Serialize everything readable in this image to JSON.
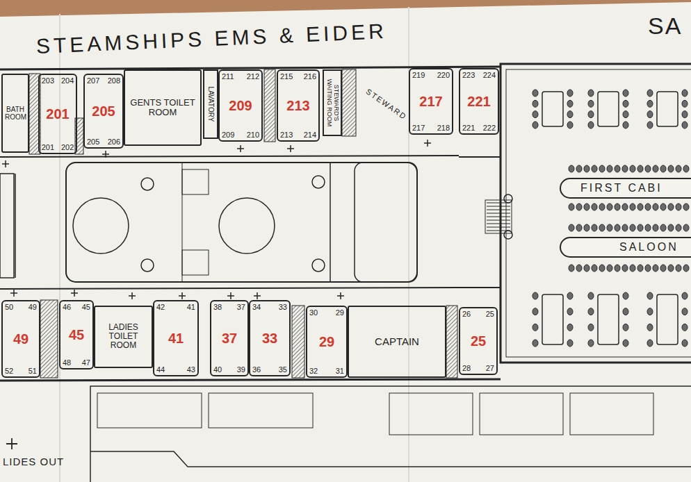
{
  "diagram": {
    "title": "STEAMSHIPS EMS & EIDER",
    "nodes": [
      {
        "text": [
          "BATH ROOM"
        ]
      },
      {
        "text": [
          "203",
          "204",
          "201",
          "201",
          "202"
        ]
      },
      {
        "text": [
          "207",
          "208",
          "205",
          "205",
          "206"
        ]
      },
      {
        "text": [
          "GENTS TOILET ROOM"
        ]
      },
      {
        "text": [
          "LAVATORY"
        ]
      },
      {
        "text": [
          "211",
          "212",
          "209",
          "209",
          "210"
        ]
      },
      {
        "text": [
          "215",
          "216",
          "213",
          "213",
          "214"
        ]
      },
      {
        "text": [
          "STEWARD'S WAITING ROOM"
        ]
      },
      {
        "text": [
          "219",
          "220",
          "217",
          "217",
          "218"
        ]
      },
      {
        "text": [
          "223",
          "224",
          "221",
          "221",
          "222"
        ]
      },
      {
        "text": [
          "FIRST CABI"
        ]
      },
      {
        "text": [
          "SALOON"
        ]
      },
      {
        "text": [
          "50",
          "49",
          "49",
          "52",
          "51"
        ]
      },
      {
        "text": [
          "46",
          "45",
          "45",
          "48",
          "47"
        ]
      },
      {
        "text": [
          "LADIES TOILET ROOM"
        ]
      },
      {
        "text": [
          "42",
          "41",
          "41",
          "44",
          "43"
        ]
      },
      {
        "text": [
          "38",
          "37",
          "37",
          "40",
          "39"
        ]
      },
      {
        "text": [
          "34",
          "33",
          "33",
          "36",
          "35"
        ]
      },
      {
        "text": [
          "30",
          "29",
          "29",
          "32",
          "31"
        ]
      },
      {
        "text": [
          "CAPTAIN"
        ]
      },
      {
        "text": [
          "26",
          "25",
          "25",
          "28",
          "27"
        ]
      }
    ],
    "labels": [
      "STEWARD",
      "SA"
    ],
    "legend": [
      {
        "text": "LIDES OUT"
      }
    ]
  }
}
